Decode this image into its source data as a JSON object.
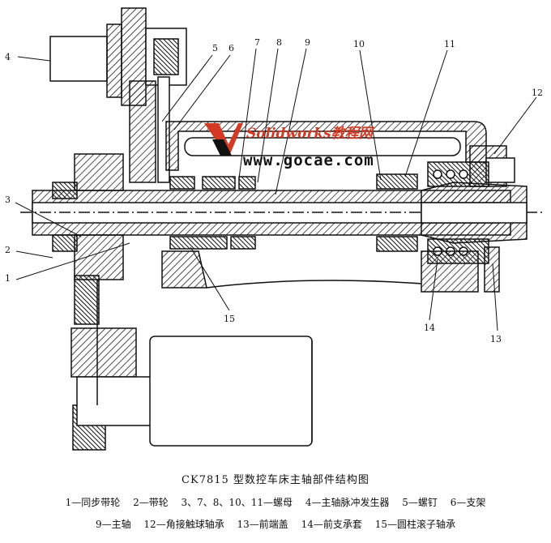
{
  "watermark": {
    "logo": "Solidworks教程网",
    "url": "www.gocae.com"
  },
  "callouts": [
    "1",
    "2",
    "3",
    "4",
    "5",
    "6",
    "7",
    "8",
    "9",
    "10",
    "11",
    "12",
    "13",
    "14",
    "15"
  ],
  "caption": "CK7815 型数控车床主轴部件结构图",
  "legend_row1": [
    "1—同步带轮",
    "2—带轮",
    "3、7、8、10、11—螺母",
    "4—主轴脉冲发生器",
    "5—螺钉",
    "6—支架"
  ],
  "legend_row2": [
    "9—主轴",
    "12—角接触球轴承",
    "13—前端盖",
    "14—前支承套",
    "15—圆柱滚子轴承"
  ],
  "colors": {
    "line": "#111111",
    "hatch": "#222222",
    "watermark": "#d23a24"
  }
}
